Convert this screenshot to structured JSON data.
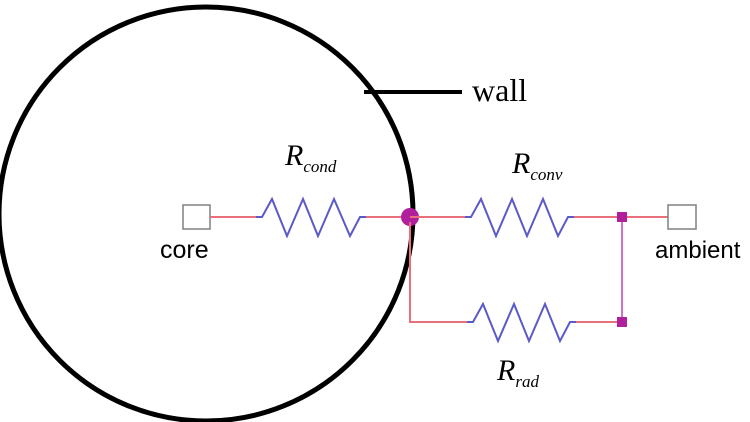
{
  "labels": {
    "wall": "wall",
    "core": "core",
    "ambient": "ambient"
  },
  "resistors": {
    "cond": {
      "symbol": "R",
      "subscript": "cond"
    },
    "conv": {
      "symbol": "R",
      "subscript": "conv"
    },
    "rad": {
      "symbol": "R",
      "subscript": "rad"
    }
  },
  "colors": {
    "outline": "#000000",
    "wire": "#e8707a",
    "resistor": "#5a5ac8",
    "node": "#b0209c",
    "branch": "#d070c8",
    "terminal": "#808080"
  }
}
